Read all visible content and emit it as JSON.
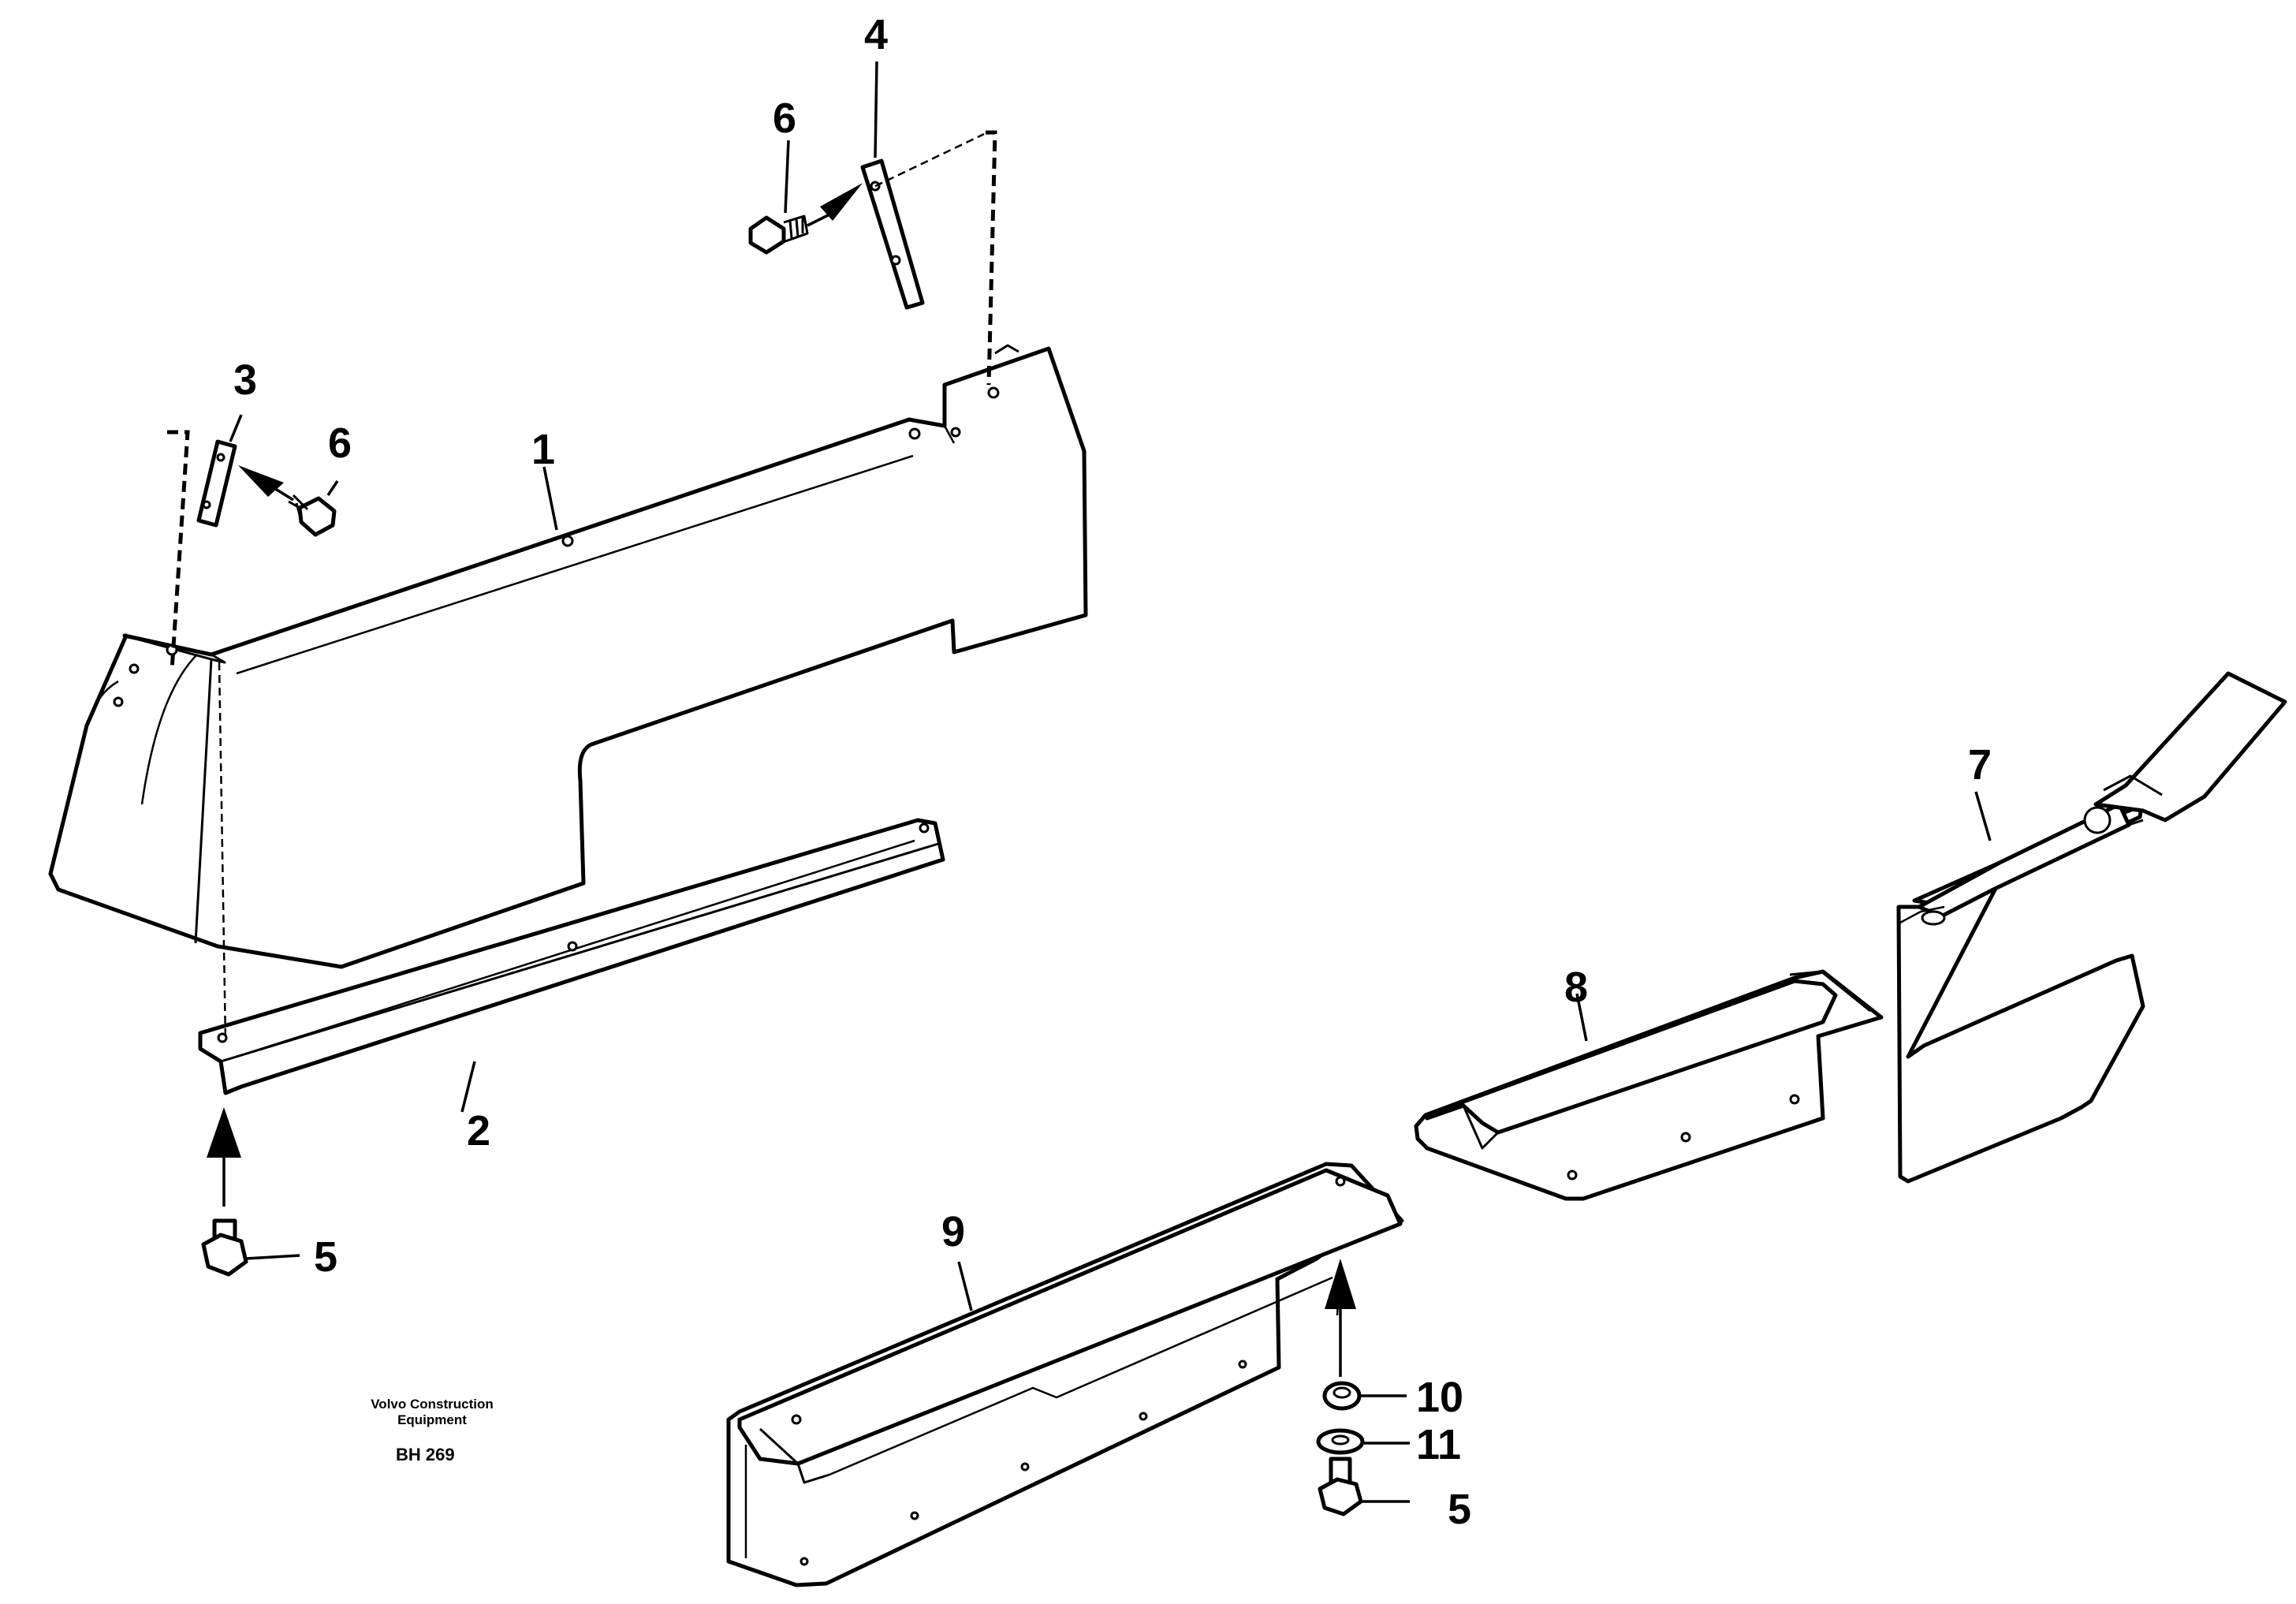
{
  "callouts": {
    "c1": "1",
    "c2": "2",
    "c3": "3",
    "c4": "4",
    "c5a": "5",
    "c5b": "5",
    "c6a": "6",
    "c6b": "6",
    "c7": "7",
    "c8": "8",
    "c9": "9",
    "c10": "10",
    "c11": "11"
  },
  "caption": {
    "line1": "Volvo Construction",
    "line2": "Equipment",
    "code": "BH 269"
  }
}
